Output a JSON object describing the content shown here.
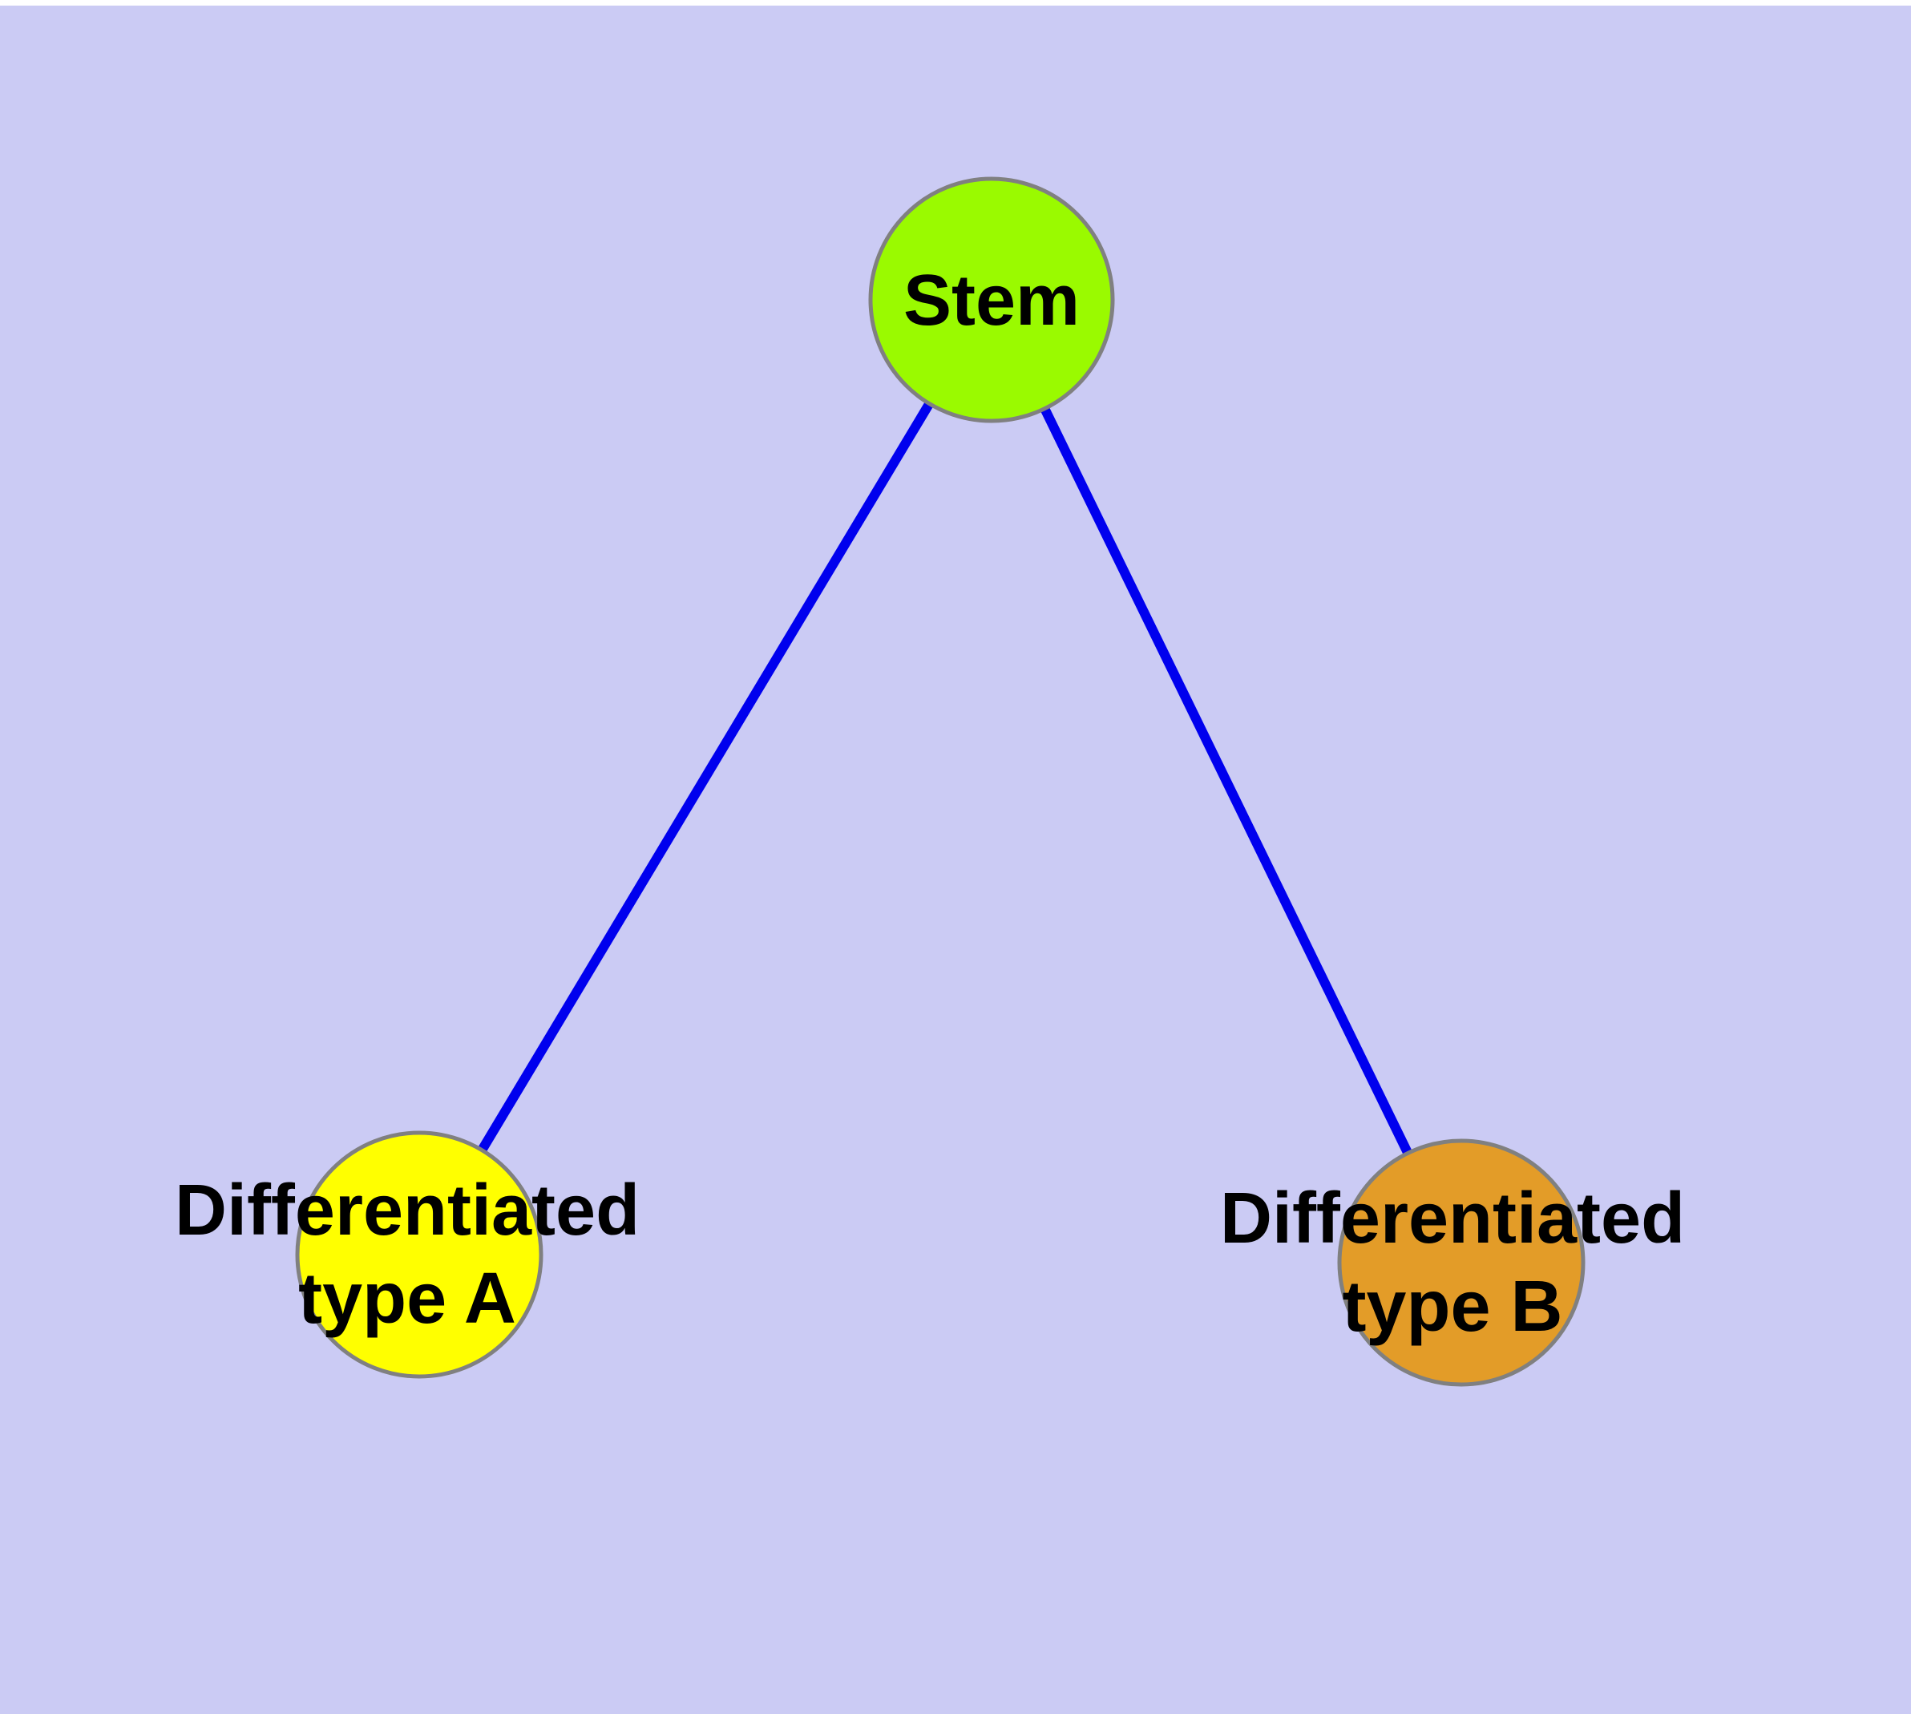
{
  "diagram": {
    "page_background_color": "#ffffff",
    "plot_background_color": "#cbcbf4",
    "edge_color": "#0000ee",
    "label_color": "#000000",
    "nodes": [
      {
        "id": "stem",
        "label": "Stem",
        "color": "#9afa00",
        "border_color": "#808080"
      },
      {
        "id": "differentiated-type-a",
        "label": "Differentiated\ntype A",
        "color": "#ffff00",
        "border_color": "#808080"
      },
      {
        "id": "differentiated-type-b",
        "label": "Differentiated\ntype B",
        "color": "#e39c28",
        "border_color": "#808080"
      }
    ],
    "edges": [
      {
        "from": "stem",
        "to": "differentiated-type-a"
      },
      {
        "from": "stem",
        "to": "differentiated-type-b"
      }
    ]
  }
}
